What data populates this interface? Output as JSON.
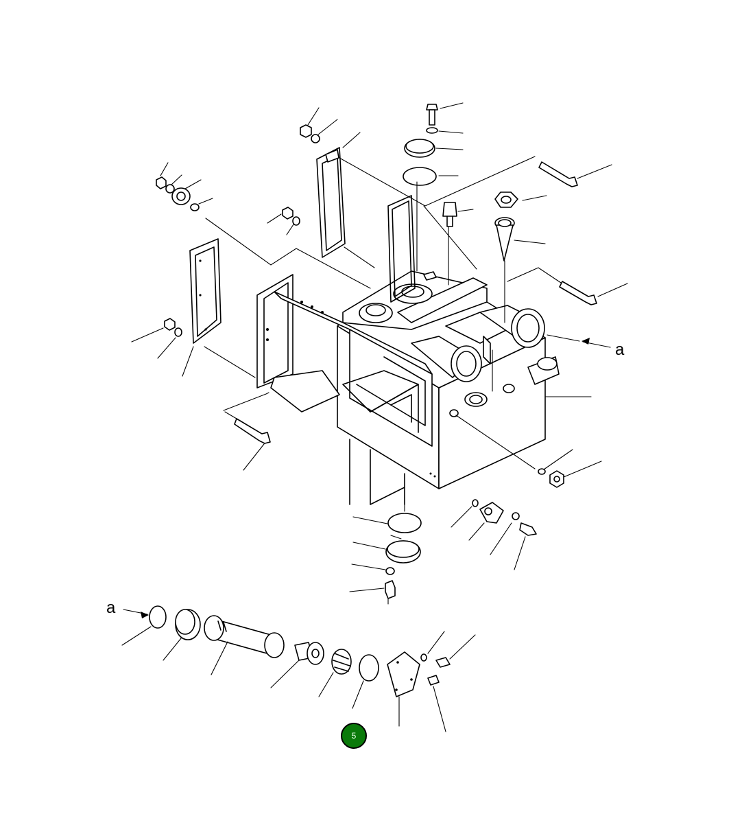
{
  "diagram": {
    "reference_labels": [
      "a",
      "a"
    ]
  },
  "callout": {
    "label": "5",
    "color": "#0a7a0a"
  }
}
